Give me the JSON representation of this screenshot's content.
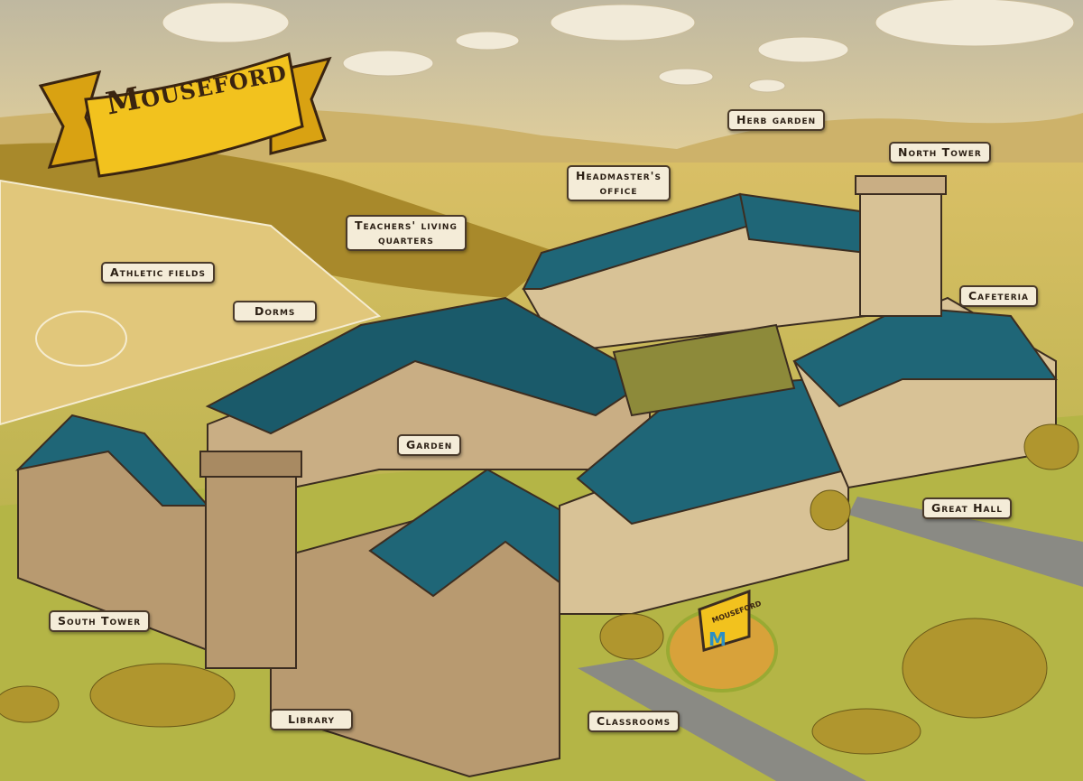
{
  "map": {
    "title": "Mouseford",
    "sign_text": "Mouseford",
    "labels": {
      "herb_garden": "Herb garden",
      "north_tower": "North Tower",
      "headmasters_office_1": "Headmaster's",
      "headmasters_office_2": "office",
      "teachers_quarters_1": "Teachers' living",
      "teachers_quarters_2": "quarters",
      "athletic_fields": "Athletic fields",
      "dorms": "Dorms",
      "cafeteria": "Cafeteria",
      "garden": "Garden",
      "great_hall": "Great Hall",
      "south_tower": "South Tower",
      "library": "Library",
      "classrooms": "Classrooms"
    },
    "colors": {
      "roof": "#1f6677",
      "stone": "#c9ae84",
      "grass": "#a9ae3c",
      "banner": "#f2c21e",
      "label_bg": "#f4ecd8"
    }
  }
}
